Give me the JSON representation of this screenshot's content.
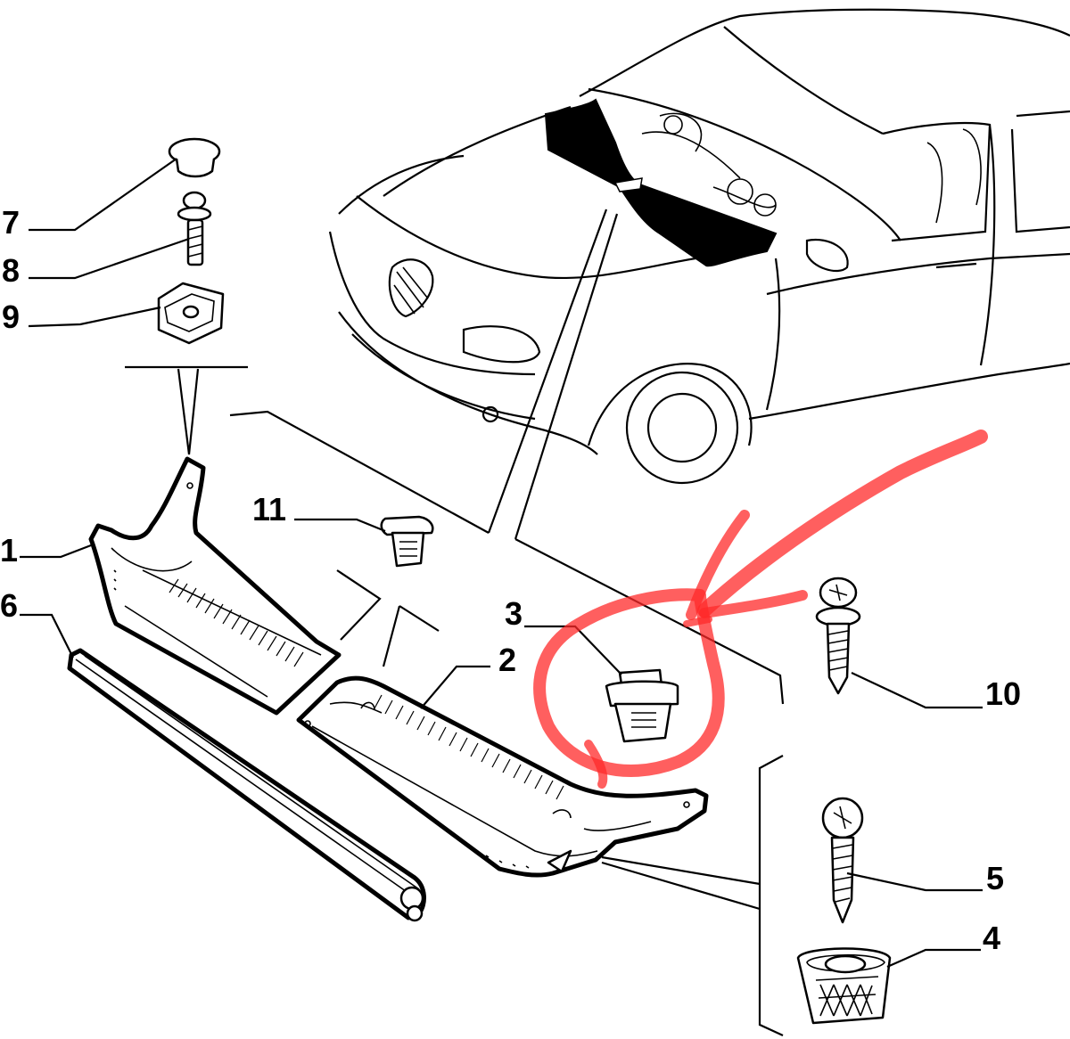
{
  "callouts": [
    {
      "id": "label-7",
      "text": "7"
    },
    {
      "id": "label-8",
      "text": "8"
    },
    {
      "id": "label-9",
      "text": "9"
    },
    {
      "id": "label-11",
      "text": "11"
    },
    {
      "id": "label-1",
      "text": "1"
    },
    {
      "id": "label-6",
      "text": "6"
    },
    {
      "id": "label-3",
      "text": "3"
    },
    {
      "id": "label-2",
      "text": "2"
    },
    {
      "id": "label-10",
      "text": "10"
    },
    {
      "id": "label-5",
      "text": "5"
    },
    {
      "id": "label-4",
      "text": "4"
    }
  ],
  "colors": {
    "line": "#000000",
    "background": "#ffffff",
    "highlight": "#ff2a2a"
  }
}
